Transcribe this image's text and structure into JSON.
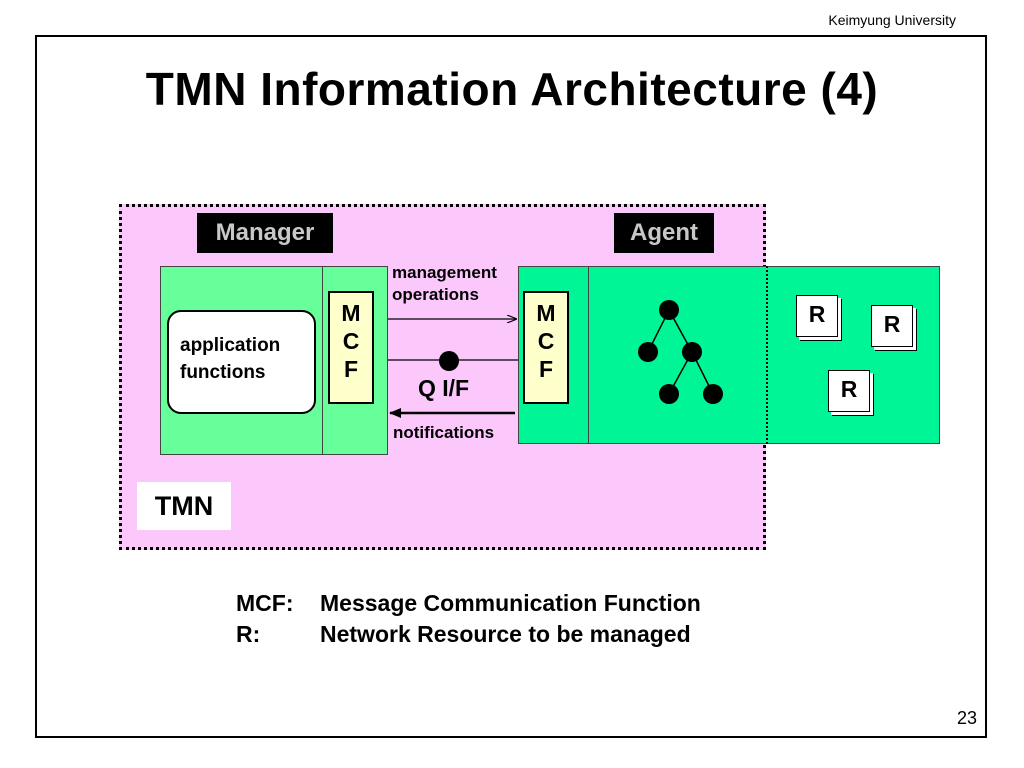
{
  "header": {
    "organization": "Keimyung University"
  },
  "slide": {
    "title": "TMN Information Architecture (4)",
    "page_number": "23"
  },
  "diagram": {
    "tmn_label": "TMN",
    "manager": {
      "label": "Manager",
      "application_line1": "application",
      "application_line2": "functions",
      "mcf_letters": [
        "M",
        "C",
        "F"
      ]
    },
    "agent": {
      "label": "Agent",
      "mcf_letters": [
        "M",
        "C",
        "F"
      ]
    },
    "connections": {
      "management_line1": "management",
      "management_line2": "operations",
      "interface": "Q I/F",
      "notifications": "notifications"
    },
    "resources": [
      "R",
      "R",
      "R"
    ]
  },
  "legend": [
    {
      "term": "MCF:",
      "definition": "Message Communication Function"
    },
    {
      "term": "R:",
      "definition": "Network Resource to be managed"
    }
  ],
  "colors": {
    "tmn_region": "#fcc8fc",
    "manager_box": "#66ff99",
    "agent_box": "#00f596",
    "mcf_box": "#ffffcc",
    "role_label_bg": "#000000",
    "role_label_text": "#c8c8c8"
  }
}
